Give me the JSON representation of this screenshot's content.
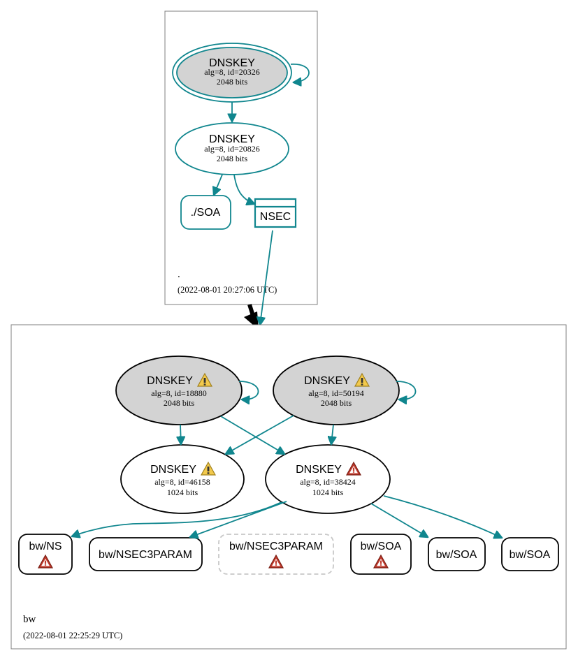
{
  "root_zone": {
    "name": ".",
    "timestamp": "(2022-08-01 20:27:06 UTC)",
    "ksk": {
      "title": "DNSKEY",
      "detail": "alg=8, id=20326",
      "bits": "2048 bits"
    },
    "zsk": {
      "title": "DNSKEY",
      "detail": "alg=8, id=20826",
      "bits": "2048 bits"
    },
    "soa": "./SOA",
    "nsec": "NSEC"
  },
  "bw_zone": {
    "name": "bw",
    "timestamp": "(2022-08-01 22:25:29 UTC)",
    "ksk1": {
      "title": "DNSKEY",
      "detail": "alg=8, id=18880",
      "bits": "2048 bits",
      "status": "warning"
    },
    "ksk2": {
      "title": "DNSKEY",
      "detail": "alg=8, id=50194",
      "bits": "2048 bits",
      "status": "warning"
    },
    "zsk1": {
      "title": "DNSKEY",
      "detail": "alg=8, id=46158",
      "bits": "1024 bits",
      "status": "warning"
    },
    "zsk2": {
      "title": "DNSKEY",
      "detail": "alg=8, id=38424",
      "bits": "1024 bits",
      "status": "error"
    },
    "records": {
      "ns": "bw/NS",
      "nsec3param": "bw/NSEC3PARAM",
      "nsec3param_missing": "bw/NSEC3PARAM",
      "soa_error": "bw/SOA",
      "soa_a": "bw/SOA",
      "soa_b": "bw/SOA"
    }
  },
  "colors": {
    "edge": "#10868e",
    "ksk_fill": "#d3d3d3",
    "warning": "#f2c94c",
    "error": "#c0392b",
    "delegation": "#000000"
  },
  "icons": {
    "warning": "warning-icon",
    "error": "error-icon"
  }
}
